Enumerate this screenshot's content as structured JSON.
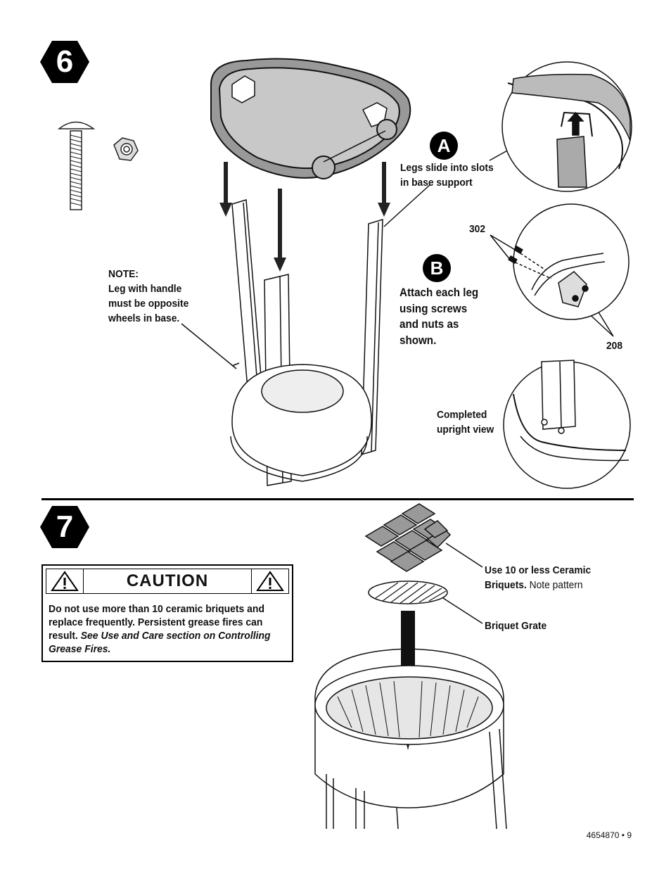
{
  "steps": {
    "six": "6",
    "seven": "7"
  },
  "callouts": {
    "a_badge": "A",
    "a_text_1": "Legs slide into slots",
    "a_text_2": "in base support",
    "b_badge": "B",
    "b_text_1": "Attach each leg",
    "b_text_2": "using screws",
    "b_text_3": "and nuts as",
    "b_text_4": "shown.",
    "part_302": "302",
    "part_208": "208",
    "completed_1": "Completed",
    "completed_2": "upright view",
    "note_1": "NOTE:",
    "note_2": "Leg with handle",
    "note_3": "must be opposite",
    "note_4": "wheels in base."
  },
  "step7": {
    "briquets_bold_1": "Use 10 or less Ceramic",
    "briquets_bold_2": "Briquets.",
    "briquets_plain": " Note pattern",
    "grate_label": "Briquet Grate"
  },
  "caution": {
    "title": "CAUTION",
    "text_1": "Do not use more than 10 ceramic briquets and",
    "text_2": "replace frequently. Persistent grease fires can",
    "text_3_plain": "result. ",
    "text_3_italic": "See Use and Care section on Controlling",
    "text_4_italic": "Grease Fires."
  },
  "footer": "4654870 • 9"
}
